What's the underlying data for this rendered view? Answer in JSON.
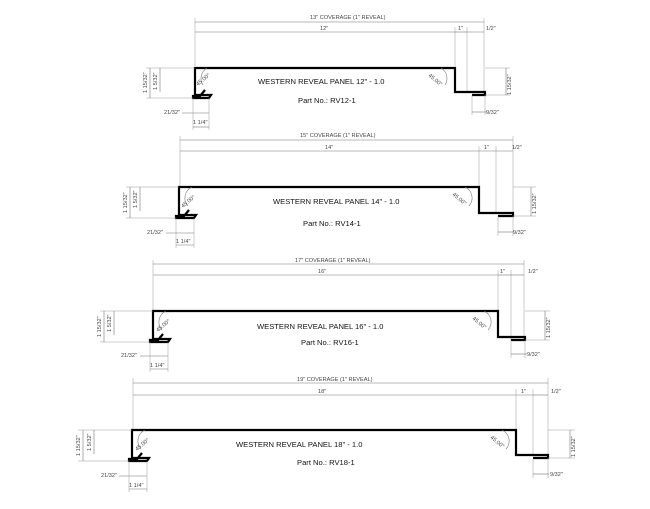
{
  "panels": [
    {
      "coverage": "13\" COVERAGE (1\" REVEAL)",
      "width": "12\"",
      "reveal": "1\"",
      "half": "1/2\"",
      "title": "WESTERN REVEAL PANEL 12\" - 1.0",
      "part_label": "Part No.:",
      "part_no": "RV12-1",
      "height_outer_left": "1 15/32\"",
      "height_inner_left": "1 5/32\"",
      "height_right": "1 15/32\"",
      "angle_left": "45.00°",
      "angle_right": "45.00°",
      "hem": "21/32\"",
      "lip": "1 1/4\"",
      "right_hem": "9/32\""
    },
    {
      "coverage": "15\" COVERAGE (1\" REVEAL)",
      "width": "14\"",
      "reveal": "1\"",
      "half": "1/2\"",
      "title": "WESTERN REVEAL PANEL 14\" - 1.0",
      "part_label": "Part No.:",
      "part_no": "RV14-1",
      "height_outer_left": "1 15/32\"",
      "height_inner_left": "1 5/32\"",
      "height_right": "1 15/32\"",
      "angle_left": "45.00°",
      "angle_right": "45.00°",
      "hem": "21/32\"",
      "lip": "1 1/4\"",
      "right_hem": "9/32\""
    },
    {
      "coverage": "17\" COVERAGE (1\" REVEAL)",
      "width": "16\"",
      "reveal": "1\"",
      "half": "1/2\"",
      "title": "WESTERN REVEAL PANEL 16\" - 1.0",
      "part_label": "Part No.:",
      "part_no": "RV16-1",
      "height_outer_left": "1 15/32\"",
      "height_inner_left": "1 5/32\"",
      "height_right": "1 15/32\"",
      "angle_left": "45.00°",
      "angle_right": "45.00°",
      "hem": "21/32\"",
      "lip": "1 1/4\"",
      "right_hem": "9/32\""
    },
    {
      "coverage": "19\" COVERAGE (1\" REVEAL)",
      "width": "18\"",
      "reveal": "1\"",
      "half": "1/2\"",
      "title": "WESTERN REVEAL PANEL 18\" - 1.0",
      "part_label": "Part No.:",
      "part_no": "RV18-1",
      "height_outer_left": "1 15/32\"",
      "height_inner_left": "1 5/32\"",
      "height_right": "1 15/32\"",
      "angle_left": "45.00°",
      "angle_right": "45.00°",
      "hem": "21/32\"",
      "lip": "1 1/4\"",
      "right_hem": "9/32\""
    }
  ]
}
